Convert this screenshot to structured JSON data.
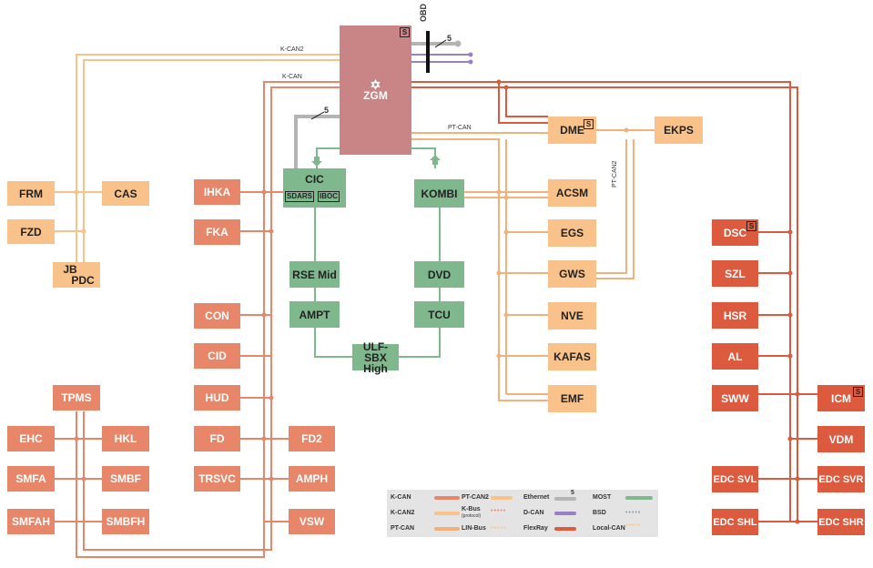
{
  "gateway": {
    "name": "ZGM",
    "s_mark": "S",
    "star": "✡"
  },
  "obd": {
    "label": "OBD",
    "ethernet_count": "5"
  },
  "cic": {
    "name": "CIC",
    "sub1": "SDARS",
    "sub2": "IBOC",
    "ethernet_count": "5"
  },
  "bus_labels": {
    "kcan2": "K-CAN2",
    "kcan": "K-CAN",
    "ptcan": "PT-CAN",
    "ptcan2": "PT-CAN2"
  },
  "modules": {
    "frm": "FRM",
    "cas": "CAS",
    "fzd": "FZD",
    "jb": "JB",
    "pdc": "PDC",
    "ihka": "IHKA",
    "fka": "FKA",
    "con": "CON",
    "cid": "CID",
    "hud": "HUD",
    "fd": "FD",
    "fd2": "FD2",
    "trsvc": "TRSVC",
    "amph": "AMPH",
    "vsw": "VSW",
    "tpms": "TPMS",
    "ehc": "EHC",
    "hkl": "HKL",
    "smfa": "SMFA",
    "smbf": "SMBF",
    "smfah": "SMFAH",
    "smbfh": "SMBFH",
    "kombi": "KOMBI",
    "rse": "RSE Mid",
    "dvd": "DVD",
    "ampt": "AMPT",
    "tcu": "TCU",
    "ulf1": "ULF-SBX",
    "ulf2": "High",
    "dme": "DME",
    "ekps": "EKPS",
    "acsm": "ACSM",
    "egs": "EGS",
    "gws": "GWS",
    "nve": "NVE",
    "kafas": "KAFAS",
    "emf": "EMF",
    "dsc": "DSC",
    "szl": "SZL",
    "hsr": "HSR",
    "al": "AL",
    "sww": "SWW",
    "icm": "ICM",
    "vdm": "VDM",
    "edcsvl": "EDC SVL",
    "edcsvr": "EDC SVR",
    "edcshl": "EDC SHL",
    "edcshr": "EDC SHR"
  },
  "s_mark": "S",
  "legend": {
    "kcan": "K-CAN",
    "kcan2": "K-CAN2",
    "ptcan": "PT-CAN",
    "ptcan2": "PT-CAN2",
    "kbus": "K-Bus",
    "kbus_note": "(protocol)",
    "lin": "LIN-Bus",
    "ethernet": "Ethernet",
    "ethernet_count": "5",
    "dcan": "D-CAN",
    "flexray": "FlexRay",
    "most": "MOST",
    "bsd": "BSD",
    "localcan": "Local-CAN"
  },
  "colors": {
    "kcan": "#e8866a",
    "kcan2": "#f9c28a",
    "ptcan": "#f4b07a",
    "flexray": "#dc5a3e",
    "most": "#7fb88d",
    "ethernet": "#b4b4b4",
    "dcan": "#9b7fc4",
    "zgm": "#c98486"
  }
}
